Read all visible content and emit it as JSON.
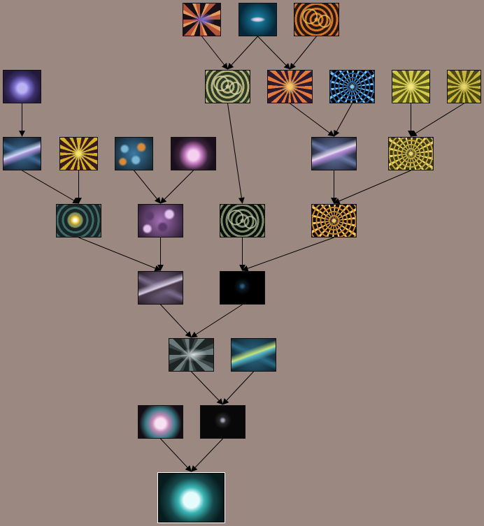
{
  "canvas": {
    "background": "#9b8880",
    "edge_color": "#000000"
  },
  "nodes": [
    {
      "id": "n1",
      "style": "swirl",
      "colors": [
        "#1a1018",
        "#b4553a",
        "#7a6fd6",
        "#e59b5a"
      ]
    },
    {
      "id": "n2",
      "style": "galaxy",
      "colors": [
        "#06283a",
        "#1a8bb0",
        "#c9c0d6",
        "#e8e0f0"
      ]
    },
    {
      "id": "n3",
      "style": "rings",
      "colors": [
        "#2a1810",
        "#d4762a",
        "#f3c85a",
        "#7a3520"
      ]
    },
    {
      "id": "n4",
      "style": "sphere",
      "colors": [
        "#231a3a",
        "#7f6fcf",
        "#b9b2f2",
        "#3a2f6a"
      ]
    },
    {
      "id": "n5",
      "style": "rings",
      "colors": [
        "#2b3a26",
        "#b7b27a",
        "#e3dcb0",
        "#6f7a5a"
      ]
    },
    {
      "id": "n6",
      "style": "flare",
      "colors": [
        "#2a1a32",
        "#e37a3a",
        "#5a6fd6",
        "#f7c46a"
      ]
    },
    {
      "id": "n7",
      "style": "mandala",
      "colors": [
        "#000000",
        "#1f5fa6",
        "#7fc6ea",
        "#0d2a48"
      ]
    },
    {
      "id": "n8",
      "style": "flare",
      "colors": [
        "#5a5a1a",
        "#d6c84a",
        "#9aa02a",
        "#f4e77a"
      ]
    },
    {
      "id": "n9",
      "style": "flare",
      "colors": [
        "#4a4a12",
        "#c8b43a",
        "#8f8a1f",
        "#e8d66a"
      ]
    },
    {
      "id": "n10",
      "style": "streak",
      "colors": [
        "#12202e",
        "#3f6b96",
        "#cfd9f5",
        "#a88fd6"
      ]
    },
    {
      "id": "n11",
      "style": "flare",
      "colors": [
        "#3a1a1a",
        "#d6b22a",
        "#9a3a2a",
        "#f5e36a"
      ]
    },
    {
      "id": "n12",
      "style": "bubbles",
      "colors": [
        "#14222a",
        "#3a7aa6",
        "#d68a3a",
        "#7ab6d6"
      ]
    },
    {
      "id": "n13",
      "style": "sphere",
      "colors": [
        "#1a0f1a",
        "#c67ac2",
        "#f5d0ee",
        "#3a243a"
      ]
    },
    {
      "id": "n14",
      "style": "streak",
      "colors": [
        "#1c2030",
        "#6a78a8",
        "#e4dcef",
        "#b48ad6"
      ]
    },
    {
      "id": "n15",
      "style": "mandala",
      "colors": [
        "#3a3a12",
        "#c4a23a",
        "#e8d46a",
        "#6a1a1a"
      ]
    },
    {
      "id": "n16",
      "style": "glow",
      "colors": [
        "#1a2626",
        "#3f6a6a",
        "#f6d54a",
        "#cfe6e6"
      ]
    },
    {
      "id": "n17",
      "style": "bubbles",
      "colors": [
        "#2a1a2e",
        "#a46fb6",
        "#e2c2ef",
        "#5a3a6a"
      ]
    },
    {
      "id": "n18",
      "style": "rings",
      "colors": [
        "#0a0d0a",
        "#7a8a6a",
        "#c7cfae",
        "#3a4a3a"
      ]
    },
    {
      "id": "n19",
      "style": "mandala",
      "colors": [
        "#140e06",
        "#c6862a",
        "#f4c56a",
        "#3a2510"
      ]
    },
    {
      "id": "n20",
      "style": "streak",
      "colors": [
        "#2a1e2a",
        "#7a6a8a",
        "#d6cde2",
        "#4a3a4a"
      ]
    },
    {
      "id": "n21",
      "style": "dark",
      "colors": [
        "#000000",
        "#0c1a24",
        "#2a5a7a",
        "#050a10"
      ]
    },
    {
      "id": "n22",
      "style": "swirl",
      "colors": [
        "#1e2424",
        "#6a7a7a",
        "#d8e0e0",
        "#3a4646"
      ]
    },
    {
      "id": "n23",
      "style": "streak",
      "colors": [
        "#0f2430",
        "#2a6a86",
        "#c7e27a",
        "#5ab6c6"
      ]
    },
    {
      "id": "n24",
      "style": "sphere",
      "colors": [
        "#140e14",
        "#c28ab6",
        "#f6e0f2",
        "#3a7a86"
      ]
    },
    {
      "id": "n25",
      "style": "dark",
      "colors": [
        "#080808",
        "#2a2a2a",
        "#9aa6b6",
        "#111111"
      ]
    },
    {
      "id": "n26",
      "style": "sphere",
      "colors": [
        "#081c1e",
        "#3ab6b6",
        "#e6fbfb",
        "#16484a"
      ]
    }
  ],
  "edges": [
    [
      "n1",
      "n5"
    ],
    [
      "n2",
      "n5"
    ],
    [
      "n2",
      "n6"
    ],
    [
      "n3",
      "n6"
    ],
    [
      "n4",
      "n10"
    ],
    [
      "n5",
      "n18"
    ],
    [
      "n6",
      "n14"
    ],
    [
      "n7",
      "n14"
    ],
    [
      "n8",
      "n15"
    ],
    [
      "n9",
      "n15"
    ],
    [
      "n10",
      "n16"
    ],
    [
      "n11",
      "n16"
    ],
    [
      "n12",
      "n17"
    ],
    [
      "n13",
      "n17"
    ],
    [
      "n14",
      "n19"
    ],
    [
      "n15",
      "n19"
    ],
    [
      "n16",
      "n20"
    ],
    [
      "n17",
      "n20"
    ],
    [
      "n18",
      "n21"
    ],
    [
      "n19",
      "n21"
    ],
    [
      "n20",
      "n22"
    ],
    [
      "n21",
      "n22"
    ],
    [
      "n22",
      "n25"
    ],
    [
      "n23",
      "n25"
    ],
    [
      "n24",
      "n26"
    ],
    [
      "n25",
      "n26"
    ]
  ]
}
